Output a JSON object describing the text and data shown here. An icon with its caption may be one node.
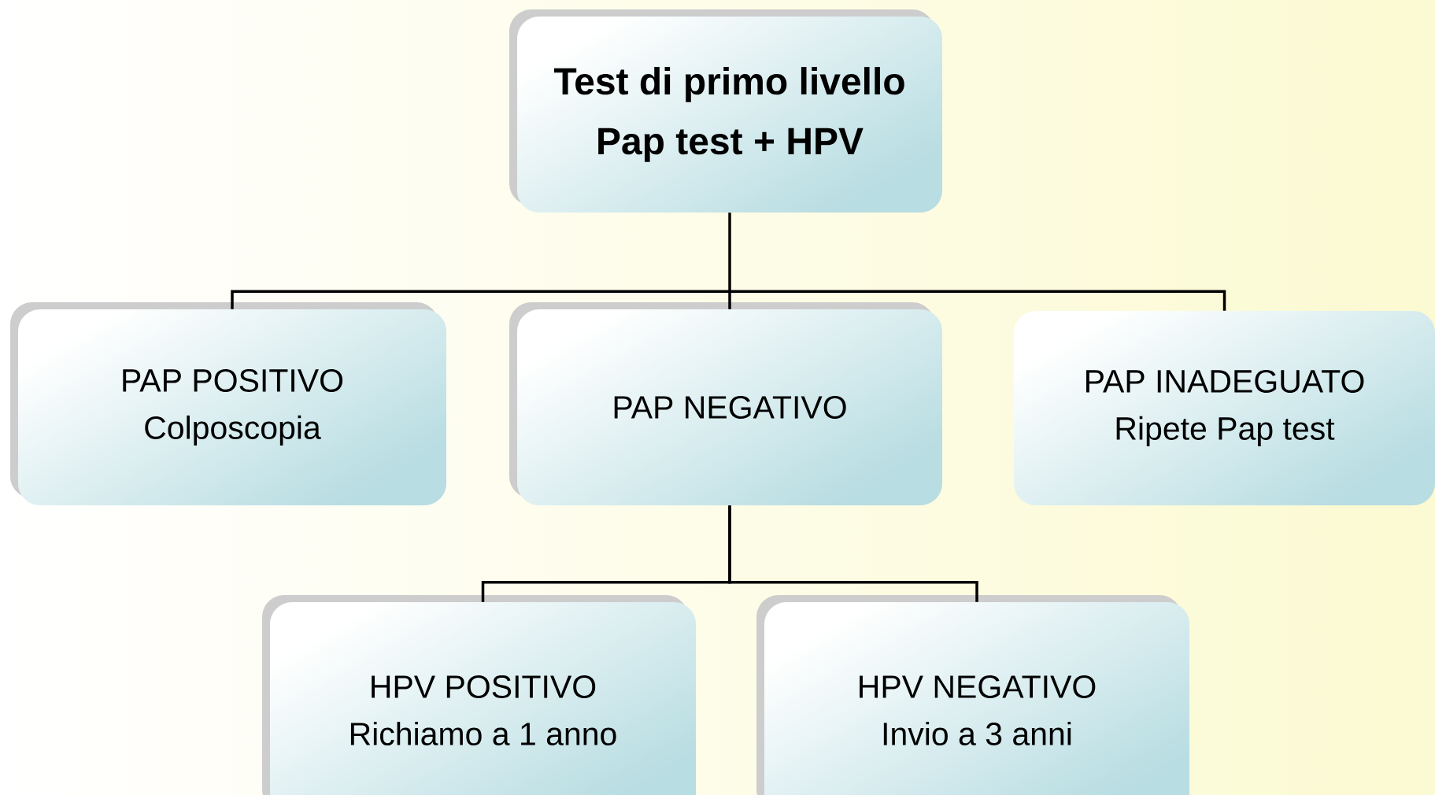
{
  "diagram": {
    "nodes": [
      {
        "text": [
          "Test di primo livello",
          "Pap test + HPV"
        ]
      },
      {
        "text": [
          "PAP POSITIVO",
          "Colposcopia"
        ]
      },
      {
        "text": [
          "PAP NEGATIVO"
        ]
      },
      {
        "text": [
          "PAP INADEGUATO",
          "Ripete Pap test"
        ]
      },
      {
        "text": [
          "HPV POSITIVO",
          "Richiamo a 1 anno"
        ]
      },
      {
        "text": [
          "HPV NEGATIVO",
          "Invio a 3 anni"
        ]
      }
    ],
    "edges": [
      {
        "from": 0,
        "to": 1,
        "arrow": "none"
      },
      {
        "from": 0,
        "to": 2,
        "arrow": "none"
      },
      {
        "from": 0,
        "to": 3,
        "arrow": "none"
      },
      {
        "from": 2,
        "to": 4,
        "arrow": "none"
      },
      {
        "from": 2,
        "to": 5,
        "arrow": "none"
      }
    ]
  }
}
